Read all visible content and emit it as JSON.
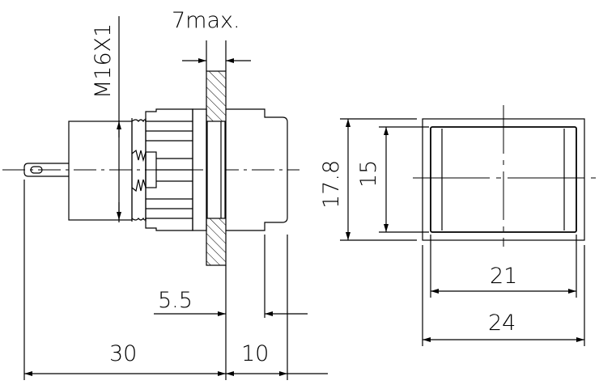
{
  "dimensions": {
    "thread": "M16X1",
    "panel_max": "7max.",
    "depth_front": "5.5",
    "length_rear": "30",
    "length_front": "10",
    "height_outer": "17.8",
    "height_inner": "15",
    "width_inner": "21",
    "width_outer": "24"
  }
}
